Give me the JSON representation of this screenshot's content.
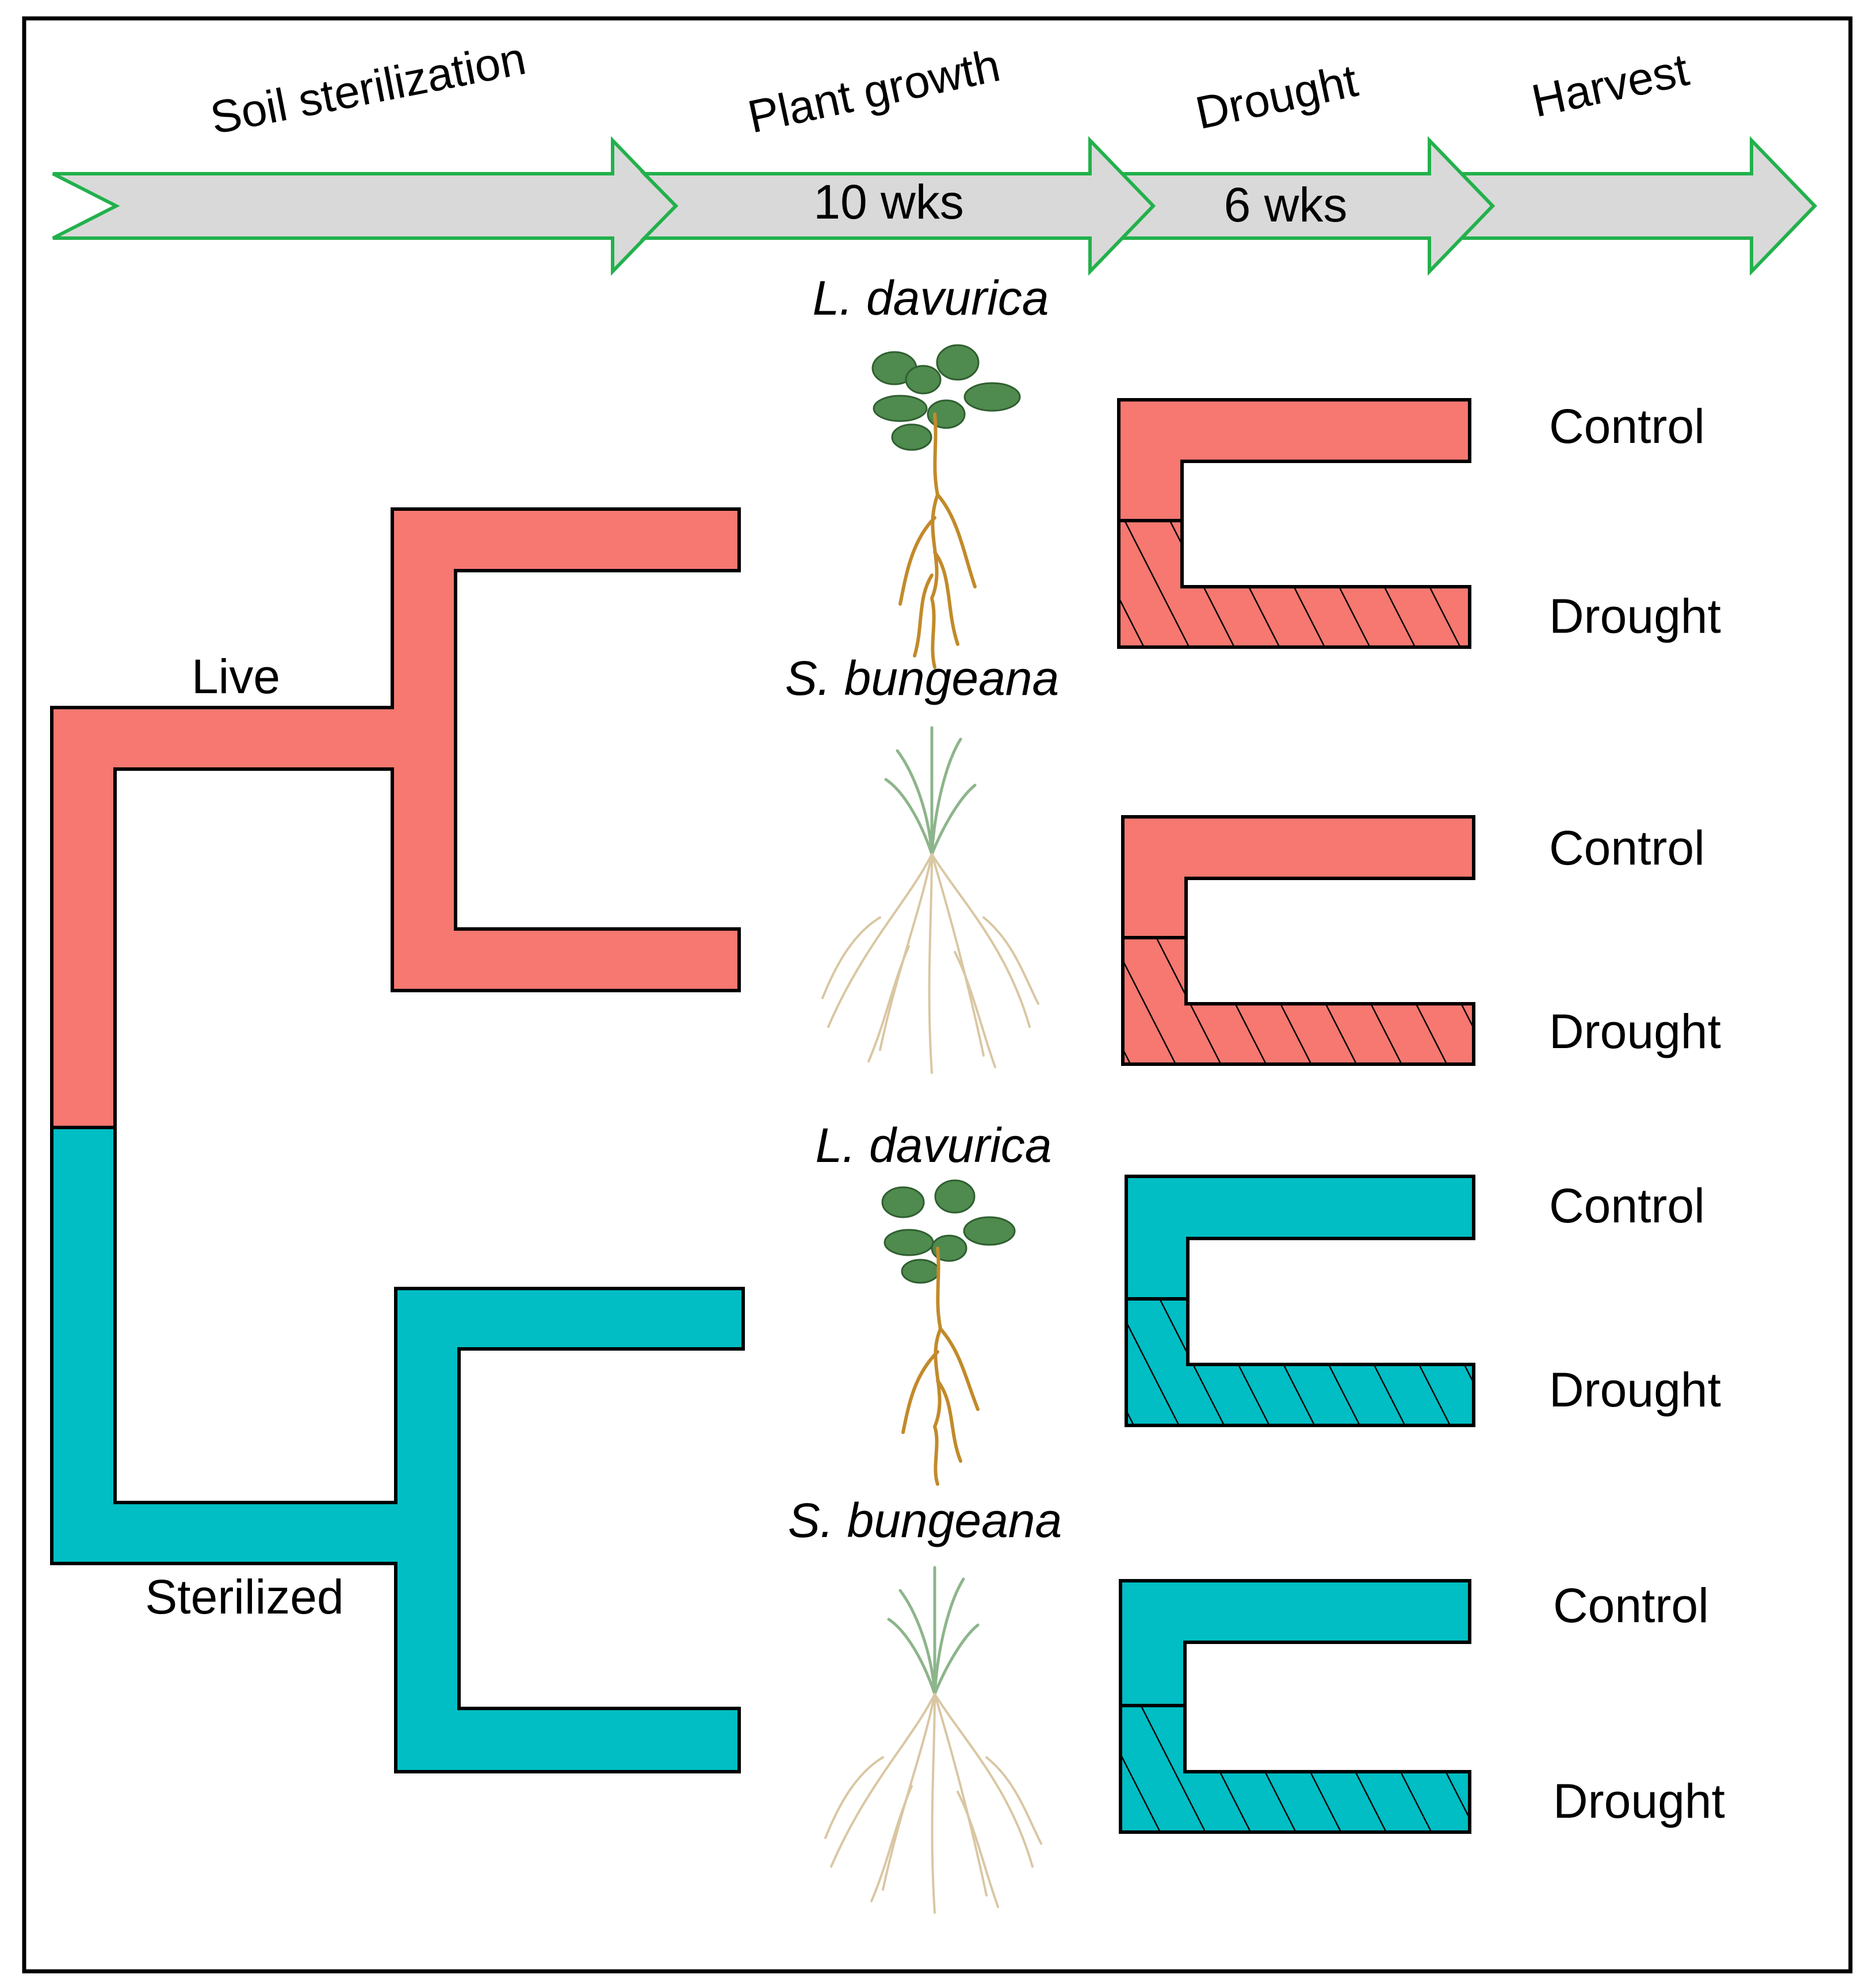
{
  "timeline": {
    "stages": [
      "Soil sterilization",
      "Plant growth",
      "Drought",
      "Harvest"
    ],
    "durations": [
      "10 wks",
      "6 wks"
    ]
  },
  "soil": {
    "live_label": "Live",
    "sterilized_label": "Sterilized"
  },
  "species": {
    "legume": "L. davurica",
    "grass": "S. bungeana"
  },
  "treatments": {
    "control": "Control",
    "drought": "Drought"
  },
  "colors": {
    "live": "#F67870",
    "sterilized": "#00BEC4",
    "arrow_fill": "#D9D9D9",
    "arrow_stroke": "#22B14C"
  }
}
